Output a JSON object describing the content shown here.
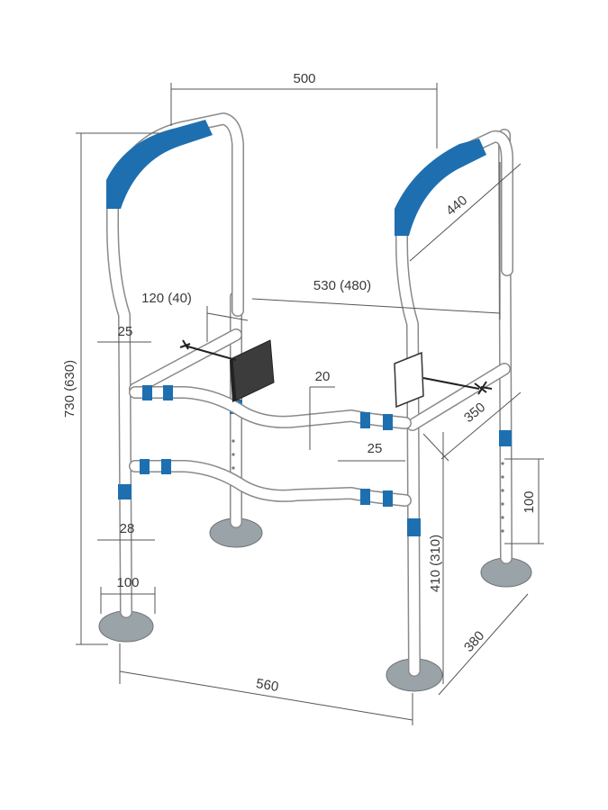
{
  "colors": {
    "accent": "#1e6fb0",
    "frame": "#ffffff",
    "outline": "#8a8a8a",
    "foot": "#9aa3a8"
  },
  "dimensions": {
    "top_width": "500",
    "armrest_length": "440",
    "inner_width": "530 (480)",
    "armrest_offset": "120 (40)",
    "upper_tube": "25",
    "height": "730 (630)",
    "bar_drop": "20",
    "bar_tube": "25",
    "side_depth": "350",
    "adjust_range": "100",
    "lower_tube": "28",
    "foot_diameter": "100",
    "seat_height": "410 (310)",
    "base_depth": "380",
    "base_width": "560"
  }
}
